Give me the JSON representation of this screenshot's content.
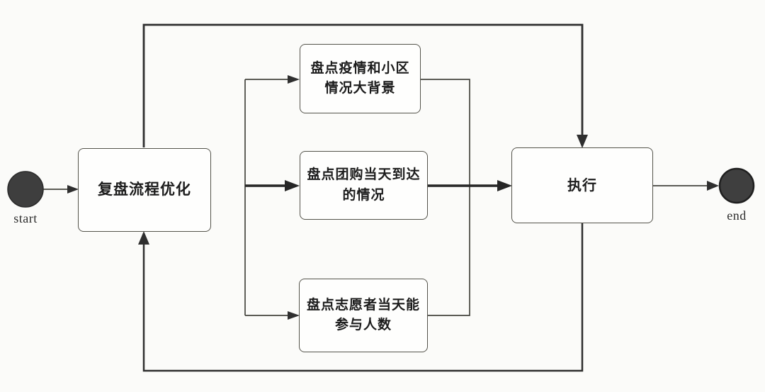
{
  "diagram": {
    "start": {
      "label": "start"
    },
    "end": {
      "label": "end"
    },
    "nodes": {
      "review": {
        "label": "复盘流程优化"
      },
      "task_top": {
        "line1": "盘点疫情和小区",
        "line2": "情况大背景"
      },
      "task_mid": {
        "line1": "盘点团购当天到达",
        "line2": "的情况"
      },
      "task_bottom": {
        "line1": "盘点志愿者当天能",
        "line2": "参与人数"
      },
      "execute": {
        "label": "执行"
      }
    },
    "colors": {
      "background": "#fbfbf9",
      "node_fill": "#fefefd",
      "node_border": "#54534b",
      "line_thin": "#45453f",
      "line_loop": "#2f2f2f",
      "line_bold": "#262626",
      "terminal_fill": "#3e3e3e",
      "terminal_edge": "#222222",
      "text": "#1c1c1c"
    }
  }
}
